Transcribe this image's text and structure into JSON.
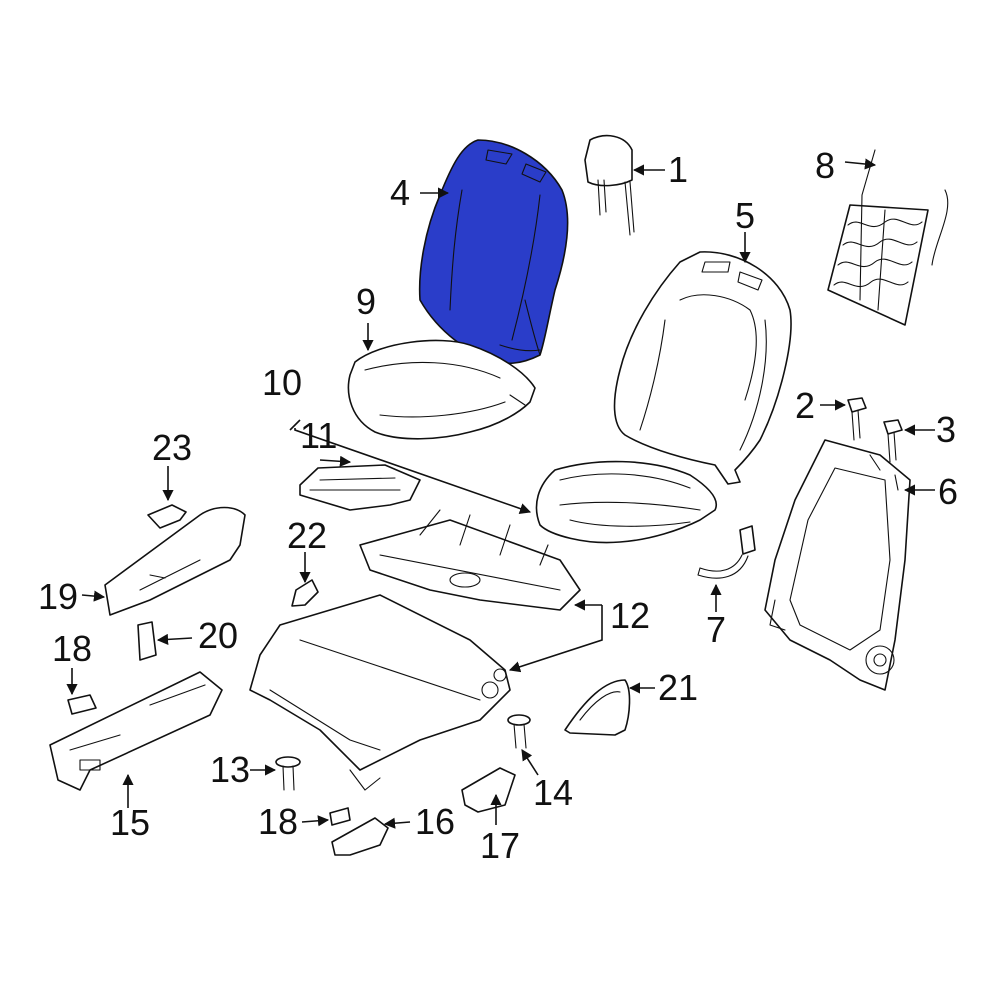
{
  "highlight_color": "#2a3dc9",
  "labels": {
    "l1": "1",
    "l2": "2",
    "l3": "3",
    "l4": "4",
    "l5": "5",
    "l6": "6",
    "l7": "7",
    "l8": "8",
    "l9": "9",
    "l10": "10",
    "l11": "11",
    "l12": "12",
    "l13": "13",
    "l14": "14",
    "l15": "15",
    "l16": "16",
    "l17": "17",
    "l18a": "18",
    "l18b": "18",
    "l19": "19",
    "l20": "20",
    "l21": "21",
    "l22": "22",
    "l23": "23"
  }
}
